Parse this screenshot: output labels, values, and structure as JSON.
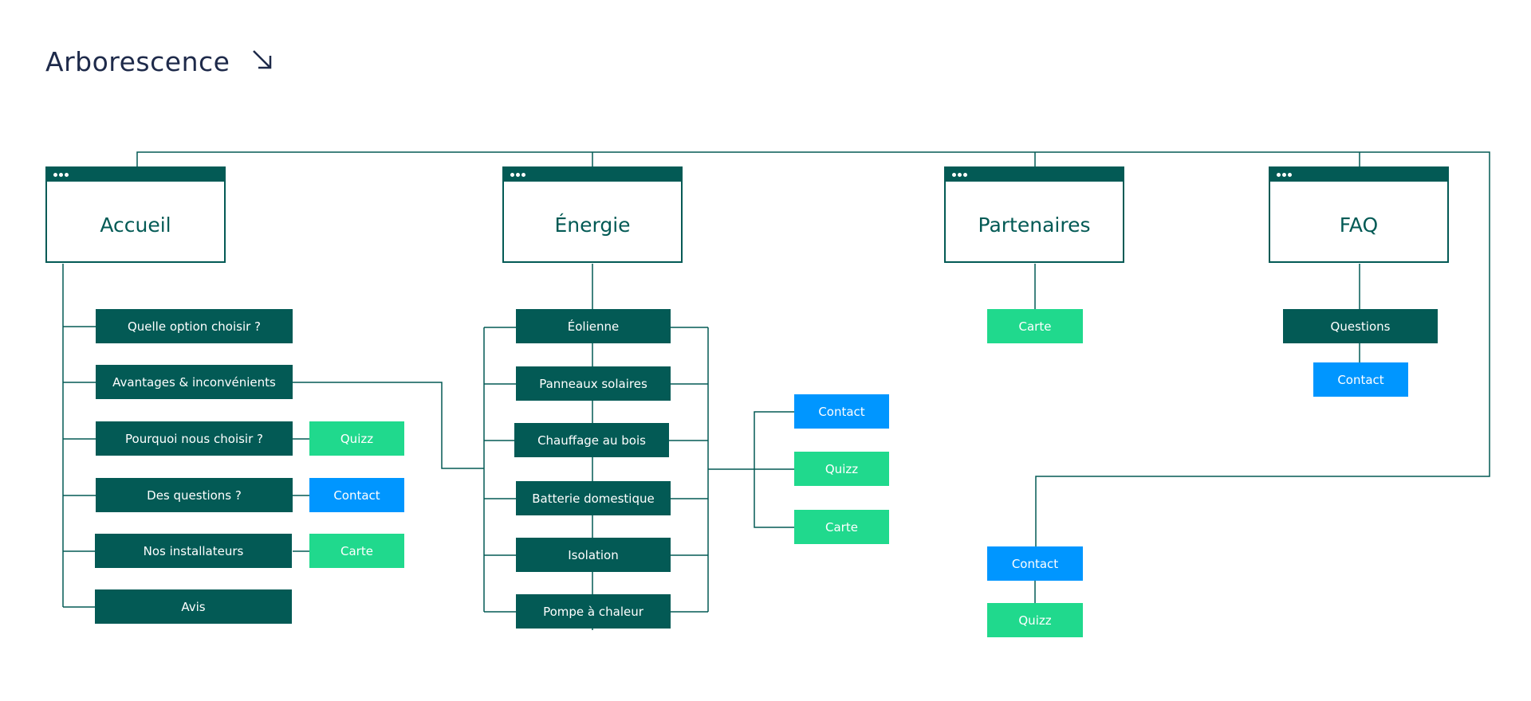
{
  "title": "Arborescence",
  "colors": {
    "dark": "#035a55",
    "blue": "#0096ff",
    "green": "#20d98d",
    "title": "#1e2a4a"
  },
  "title_icon": "arrow-down-right-icon",
  "pages": {
    "accueil": "Accueil",
    "energie": "Énergie",
    "partenaires": "Partenaires",
    "faq": "FAQ"
  },
  "accueil_items": [
    "Quelle option choisir ?",
    "Avantages & inconvénients",
    "Pourquoi nous choisir ?",
    "Des questions ?",
    "Nos installateurs",
    "Avis"
  ],
  "accueil_side": {
    "quizz": "Quizz",
    "contact": "Contact",
    "carte": "Carte"
  },
  "energie_items": [
    "Éolienne",
    "Panneaux solaires",
    "Chauffage au bois",
    "Batterie domestique",
    "Isolation",
    "Pompe à chaleur"
  ],
  "energie_side": {
    "contact": "Contact",
    "quizz": "Quizz",
    "carte": "Carte"
  },
  "partenaires_items": {
    "carte": "Carte"
  },
  "faq_items": {
    "questions": "Questions",
    "contact": "Contact"
  },
  "global_items": {
    "contact": "Contact",
    "quizz": "Quizz"
  }
}
